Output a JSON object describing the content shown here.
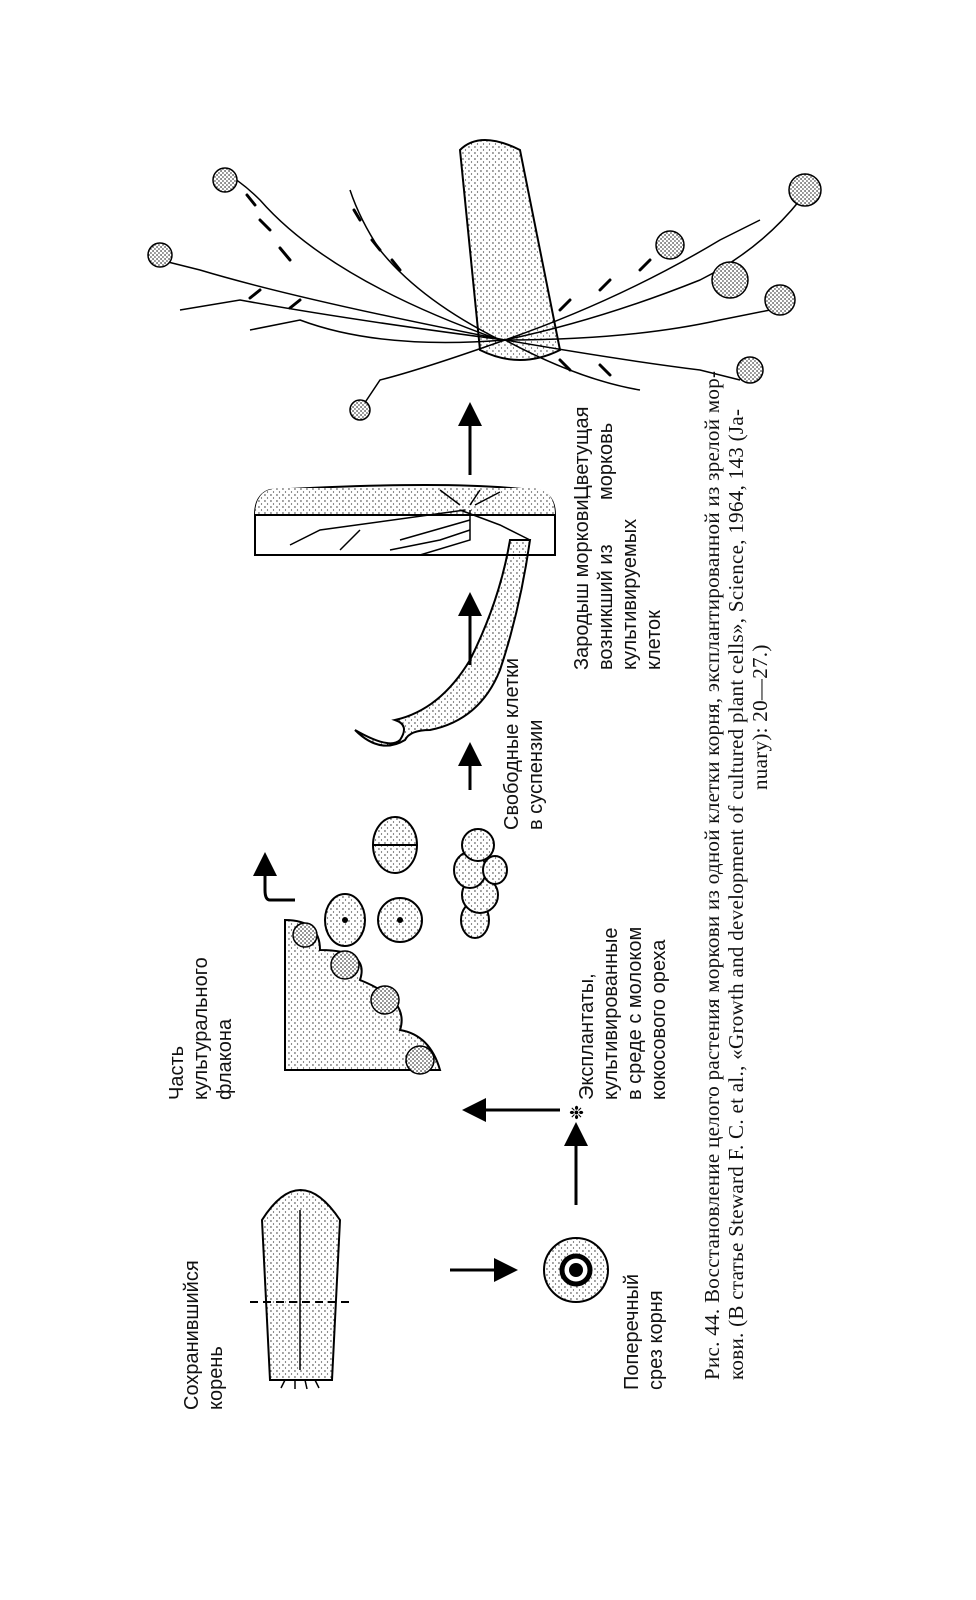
{
  "labels": {
    "root": "Сохранившийся\nкорень",
    "cross_section": "Поперечный\nсрез корня",
    "flask_part": "Часть\nкультурального\nфлакона",
    "explants": "Эксплантаты,\nкультивированные\nв среде с молоком\nкокосового ореха",
    "free_cells": "Свободные клетки\nв суспензии",
    "embryo": "Зародыш моркови,\nвозникший из\nкультивируемых\nклеток",
    "flowering": "Цветущая\nморковь"
  },
  "caption": {
    "line1": "Рис. 44. Восстановление целого растения моркови из одной клетки корня, эксплантированной из зрелой мор-",
    "line2": "кови. (В статье Steward F. C. et al., «Growth and development of cultured plant cells», Science, 1964, 143 (Ja-",
    "line3": "nuary): 20—27.)"
  }
}
